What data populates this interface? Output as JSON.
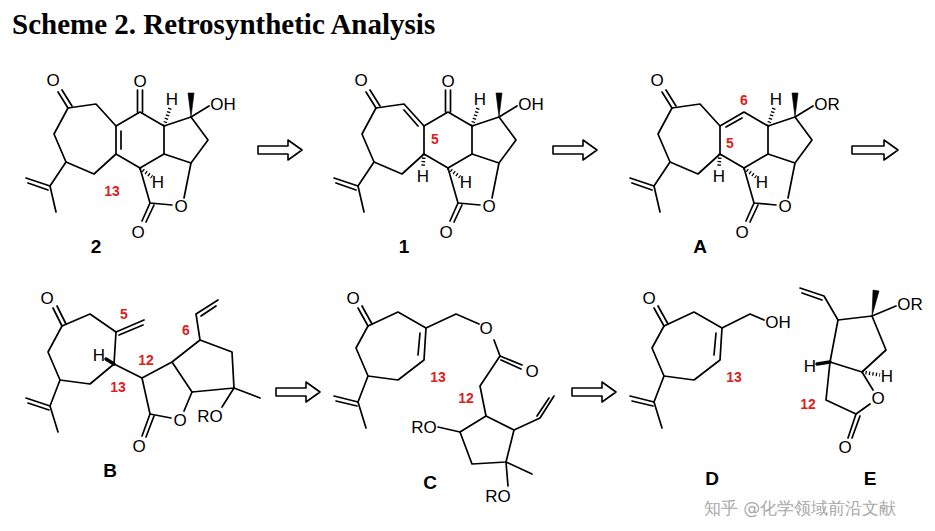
{
  "diagram": {
    "title": "Scheme 2. Retrosynthetic Analysis",
    "labels": [
      "O",
      "O",
      "H",
      "OH",
      "13",
      "H",
      "O",
      "O",
      "2",
      "O",
      "O",
      "5",
      "H",
      "OH",
      "H",
      "H",
      "O",
      "O",
      "1",
      "O",
      "6",
      "5",
      "H",
      "OR",
      "H",
      "H",
      "O",
      "O",
      "A",
      "O",
      "5",
      "H",
      "13",
      "12",
      "6",
      "O",
      "O",
      "RO",
      "B",
      "O",
      "13",
      "O",
      "O",
      "12",
      "RO",
      "RO",
      "C",
      "O",
      "13",
      "OH",
      "D",
      "OR",
      "H",
      "H",
      "O",
      "12",
      "O",
      "E",
      "知乎 @化学领域前沿文献"
    ]
  }
}
